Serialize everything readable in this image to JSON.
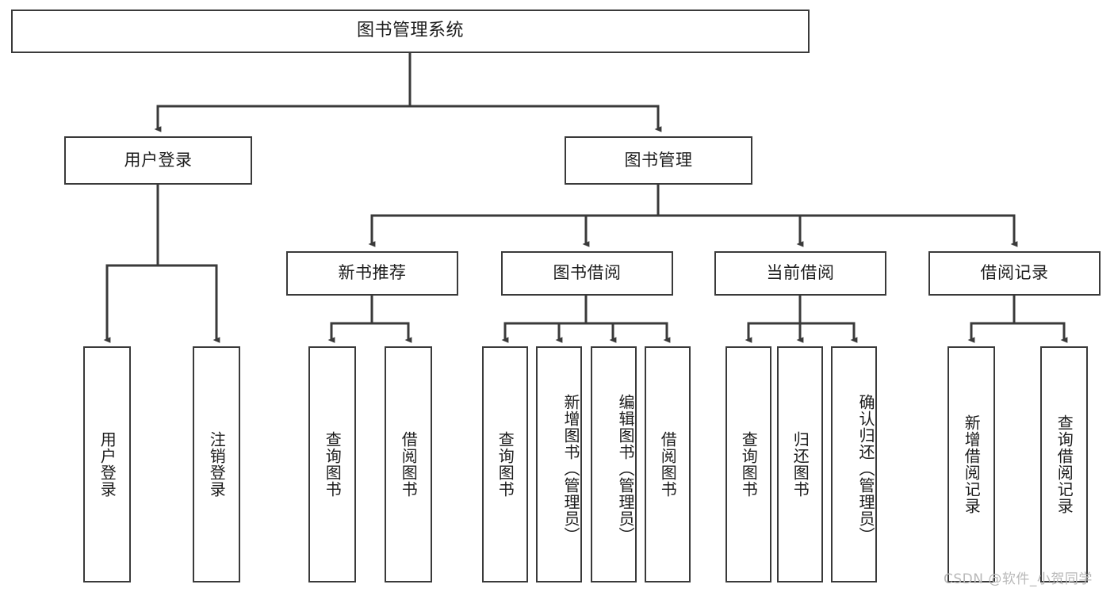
{
  "diagram": {
    "title": "图书管理系统",
    "watermark": "CSDN @软件_小贺同学",
    "stroke_color": "#3a3a3a",
    "text_color": "#1c1c1c",
    "background": "#ffffff",
    "root": {
      "label": "图书管理系统"
    },
    "level2": [
      {
        "label": "用户登录"
      },
      {
        "label": "图书管理"
      }
    ],
    "level3": [
      {
        "label": "新书推荐"
      },
      {
        "label": "图书借阅"
      },
      {
        "label": "当前借阅"
      },
      {
        "label": "借阅记录"
      }
    ],
    "leaves": {
      "user_login": [
        {
          "label": "用户登录"
        },
        {
          "label": "注销登录"
        }
      ],
      "new_book_recommend": [
        {
          "label": "查询图书"
        },
        {
          "label": "借阅图书"
        }
      ],
      "book_borrow": [
        {
          "label": "查询图书"
        },
        {
          "label": "新增图书（管理员）"
        },
        {
          "label": "编辑图书（管理员）"
        },
        {
          "label": "借阅图书"
        }
      ],
      "current_borrow": [
        {
          "label": "查询图书"
        },
        {
          "label": "归还图书"
        },
        {
          "label": "确认归还（管理员）"
        }
      ],
      "borrow_record": [
        {
          "label": "新增借阅记录"
        },
        {
          "label": "查询借阅记录"
        }
      ]
    }
  }
}
